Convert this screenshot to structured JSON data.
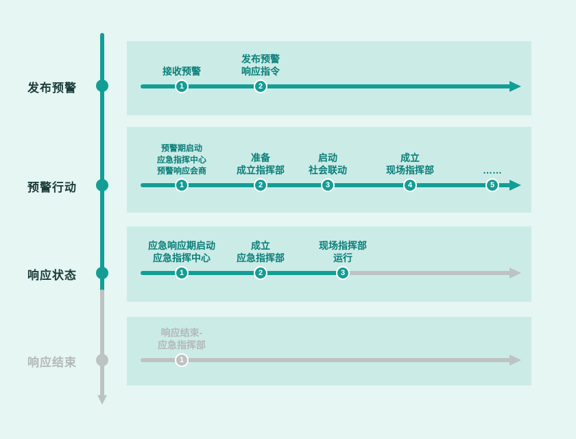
{
  "colors": {
    "teal": "#129e95",
    "gray": "#bdc3c2",
    "panel_bg": "#cbebe7",
    "page_bg": "#e6f6f3",
    "node_label_text": "#0a7e78",
    "row_label_text": "#1b3c3a"
  },
  "timeline": {
    "rows": [
      {
        "label": "发布预警",
        "state": "active",
        "nodes": [
          {
            "num": "1",
            "label": "接收预警"
          },
          {
            "num": "2",
            "label": "发布预警\n响应指令"
          }
        ]
      },
      {
        "label": "预警行动",
        "state": "active",
        "nodes": [
          {
            "num": "1",
            "label": "预警期启动\n应急指挥中心\n预警响应会商"
          },
          {
            "num": "2",
            "label": "准备\n成立指挥部"
          },
          {
            "num": "3",
            "label": "启动\n社会联动"
          },
          {
            "num": "4",
            "label": "成立\n现场指挥部"
          },
          {
            "num": "5",
            "label": "……"
          }
        ]
      },
      {
        "label": "响应状态",
        "state": "partial",
        "nodes": [
          {
            "num": "1",
            "label": "应急响应期启动\n应急指挥中心"
          },
          {
            "num": "2",
            "label": "成立\n应急指挥部"
          },
          {
            "num": "3",
            "label": "现场指挥部\n运行"
          }
        ]
      },
      {
        "label": "响应结束",
        "state": "inactive",
        "nodes": [
          {
            "num": "1",
            "label": "响应结束-\n应急指挥部"
          }
        ]
      }
    ]
  }
}
